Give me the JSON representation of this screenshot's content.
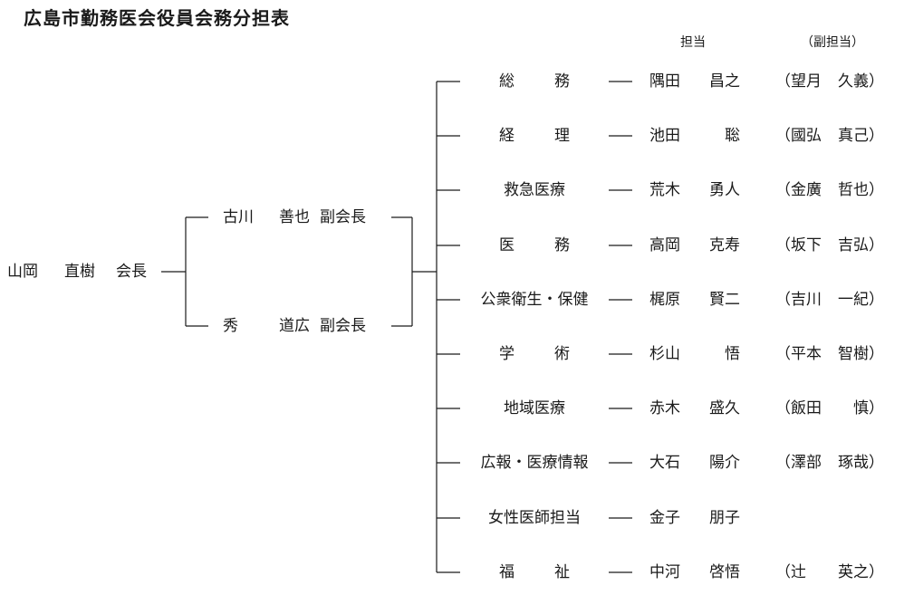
{
  "title": "広島市勤務医会役員会務分担表",
  "headers": {
    "main": "担当",
    "sub": "（副担当）"
  },
  "president": {
    "name": [
      "山岡",
      "直樹"
    ],
    "role": "会長"
  },
  "vice_presidents": [
    {
      "name": [
        "古川",
        "善也"
      ],
      "role": "副会長"
    },
    {
      "name": [
        "秀",
        "道広"
      ],
      "role": "副会長"
    }
  ],
  "duties": [
    {
      "role": [
        "総",
        "務"
      ],
      "main": [
        "隅田",
        "昌之"
      ],
      "sub": [
        "望月",
        "久義"
      ]
    },
    {
      "role": [
        "経",
        "理"
      ],
      "main": [
        "池田",
        "聡"
      ],
      "sub": [
        "國弘",
        "真己"
      ]
    },
    {
      "role": [
        "救急医療"
      ],
      "main": [
        "荒木",
        "勇人"
      ],
      "sub": [
        "金廣",
        "哲也"
      ]
    },
    {
      "role": [
        "医",
        "務"
      ],
      "main": [
        "高岡",
        "克寿"
      ],
      "sub": [
        "坂下",
        "吉弘"
      ]
    },
    {
      "role": [
        "公衆衛生・保健"
      ],
      "main": [
        "梶原",
        "賢二"
      ],
      "sub": [
        "吉川",
        "一紀"
      ]
    },
    {
      "role": [
        "学",
        "術"
      ],
      "main": [
        "杉山",
        "悟"
      ],
      "sub": [
        "平本",
        "智樹"
      ]
    },
    {
      "role": [
        "地域医療"
      ],
      "main": [
        "赤木",
        "盛久"
      ],
      "sub": [
        "飯田",
        "慎"
      ]
    },
    {
      "role": [
        "広報・医療情報"
      ],
      "main": [
        "大石",
        "陽介"
      ],
      "sub": [
        "澤部",
        "琢哉"
      ]
    },
    {
      "role": [
        "女性医師担当"
      ],
      "main": [
        "金子",
        "朋子"
      ],
      "sub": null
    },
    {
      "role": [
        "福",
        "祉"
      ],
      "main": [
        "中河",
        "啓悟"
      ],
      "sub": [
        "辻",
        "英之"
      ]
    }
  ]
}
